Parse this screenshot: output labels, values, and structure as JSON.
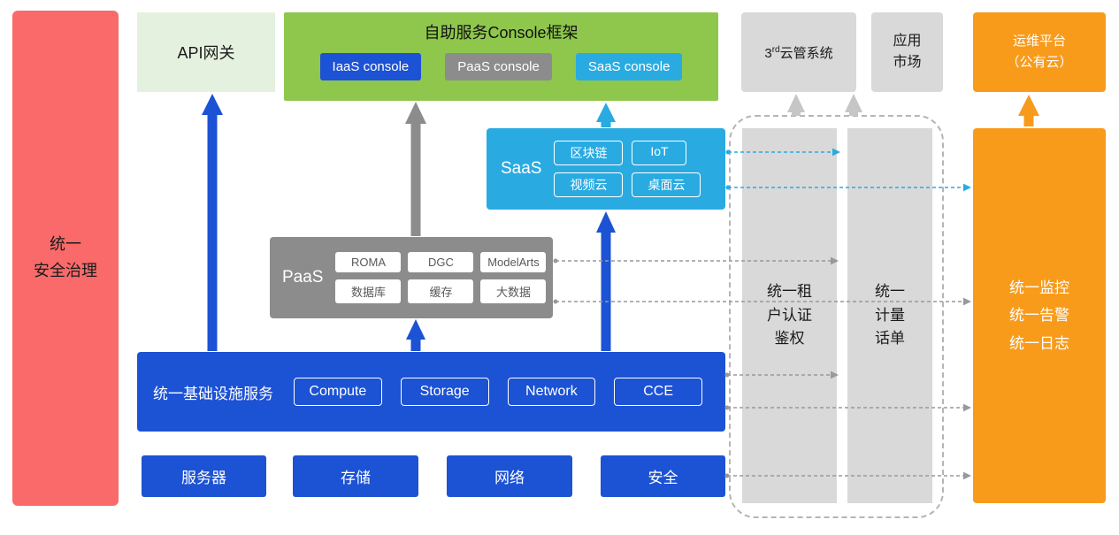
{
  "left_panel": {
    "label": "统一\n安全治理"
  },
  "api_gateway": {
    "label": "API网关"
  },
  "console_frame": {
    "title": "自助服务Console框架",
    "consoles": [
      {
        "label": "IaaS console"
      },
      {
        "label": "PaaS console"
      },
      {
        "label": "SaaS console"
      }
    ]
  },
  "third_party_cms": {
    "prefix": "3",
    "sup": "rd",
    "suffix": "云管系统"
  },
  "app_market": {
    "label": "应用\n市场"
  },
  "om_platform": {
    "label": "运维平台\n（公有云）"
  },
  "saas": {
    "label": "SaaS",
    "items": [
      "区块链",
      "IoT",
      "视频云",
      "桌面云"
    ]
  },
  "paas": {
    "label": "PaaS",
    "items": [
      "ROMA",
      "DGC",
      "ModelArts",
      "数据库",
      "缓存",
      "大数据"
    ]
  },
  "infrastructure": {
    "label": "统一基础设施服务",
    "items": [
      "Compute",
      "Storage",
      "Network",
      "CCE"
    ]
  },
  "hardware": [
    "服务器",
    "存储",
    "网络",
    "安全"
  ],
  "auth_bar": {
    "label": "统一租\n户认证\n鉴权"
  },
  "metering_bar": {
    "label": "统一\n计量\n话单"
  },
  "monitor_bar": {
    "label": "统一监控\n统一告警\n统一日志"
  },
  "colors": {
    "blue": "#1c52d4",
    "cyan": "#29abe2",
    "green": "#8ec74c",
    "light_green": "#e4f1df",
    "gray": "#8c8c8c",
    "light_gray": "#d9d9d9",
    "orange": "#f89b1b",
    "red": "#fa6a6a",
    "dash_gray": "#999999"
  }
}
